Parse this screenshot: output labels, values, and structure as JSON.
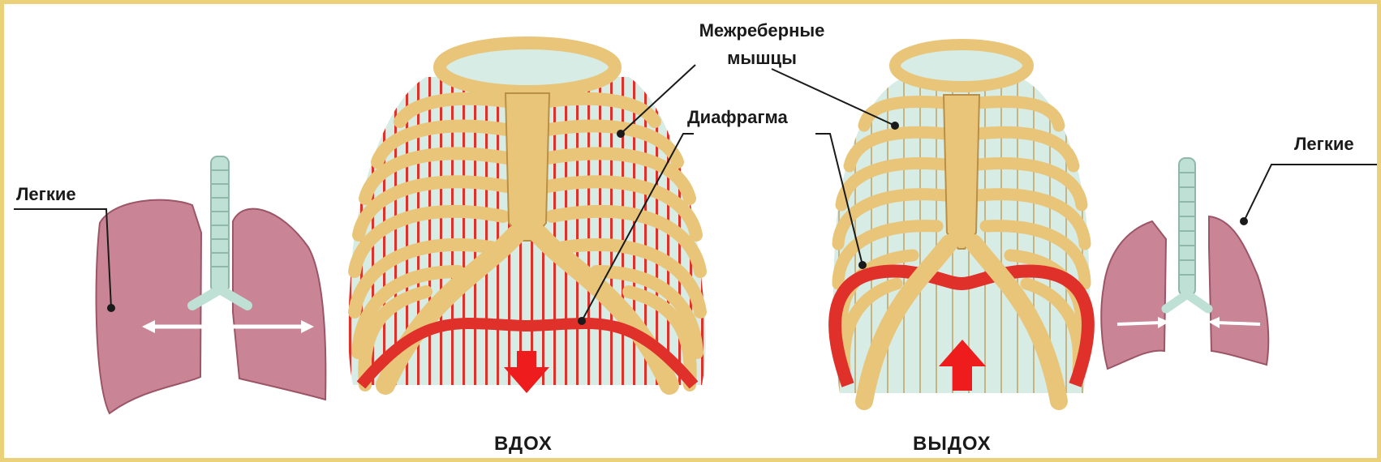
{
  "labels": {
    "lungs_left": "Легкие",
    "lungs_right": "Легкие",
    "intercostal_line1": "Межреберные",
    "intercostal_line2": "мышцы",
    "diaphragm": "Диафрагма",
    "inhale": "ВДОХ",
    "exhale": "ВЫДОХ"
  },
  "colors": {
    "frame_border": "#ebd27a",
    "bone": "#e9c57a",
    "bone_outline": "#b98f45",
    "muscle": "#e0302a",
    "lung": "#c98596",
    "lung_dark": "#9c5566",
    "trachea": "#bfe0d4",
    "cavity": "#d6ece4",
    "arrow_red": "#ee1c1c",
    "arrow_white": "#ffffff"
  },
  "icons": {
    "arrow_down": "red-arrow-down-icon",
    "arrow_up": "red-arrow-up-icon",
    "expand_arrows": "white-double-arrow-icon"
  }
}
